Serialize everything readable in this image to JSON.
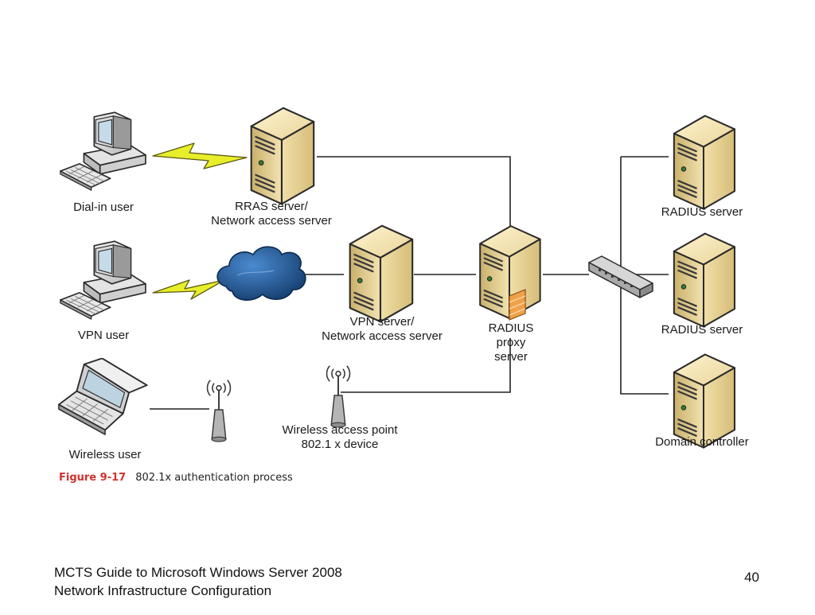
{
  "diagram": {
    "nodes": {
      "dialin_user": {
        "label": "Dial-in user"
      },
      "vpn_user": {
        "label": "VPN user"
      },
      "wireless_user": {
        "label": "Wireless user"
      },
      "rras_server": {
        "label_line1": "RRAS server/",
        "label_line2": "Network access server"
      },
      "vpn_server": {
        "label_line1": "VPN server/",
        "label_line2": "Network access server"
      },
      "radius_proxy": {
        "label_line1": "RADIUS",
        "label_line2": "proxy",
        "label_line3": "server"
      },
      "wireless_ap": {
        "label_line1": "Wireless access point",
        "label_line2": "802.1 x device"
      },
      "radius_server_1": {
        "label": "RADIUS server"
      },
      "radius_server_2": {
        "label": "RADIUS server"
      },
      "domain_controller": {
        "label": "Domain controller"
      }
    },
    "caption": {
      "figure": "Figure 9-17",
      "text": "802.1x authentication process"
    }
  },
  "footer": {
    "line1": "MCTS Guide to Microsoft Windows Server 2008",
    "line2": "Network Infrastructure Configuration",
    "page_number": "40"
  },
  "colors": {
    "caption_figure": "#d2322d",
    "server_body": "#e8d49a",
    "cloud": "#1f5d9a",
    "lightning": "#e8ef2a"
  }
}
